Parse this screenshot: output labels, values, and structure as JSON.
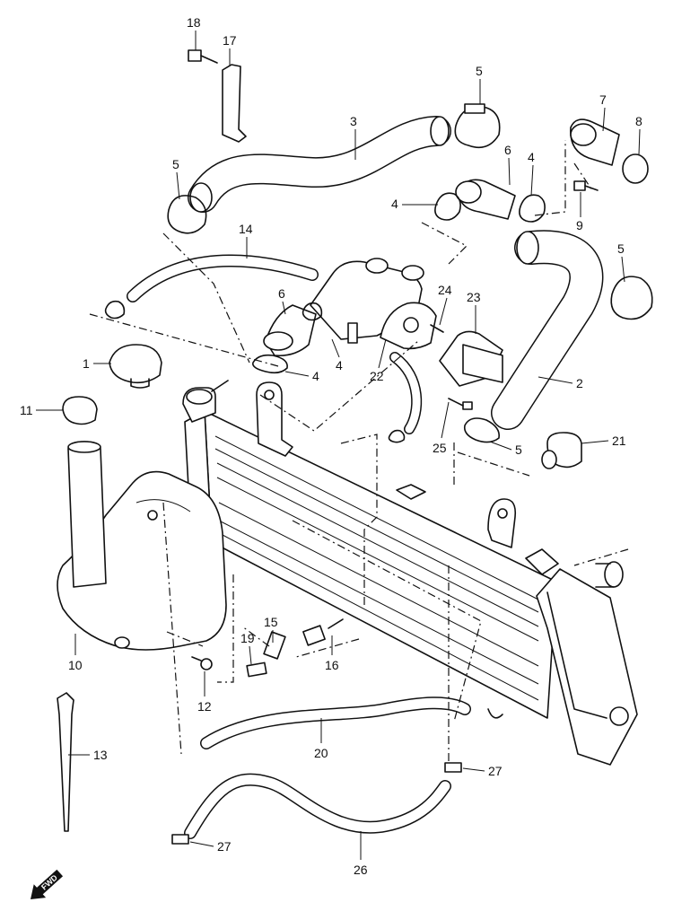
{
  "callouts": [
    {
      "id": "c18",
      "text": "18"
    },
    {
      "id": "c17",
      "text": "17"
    },
    {
      "id": "c3",
      "text": "3"
    },
    {
      "id": "c5a",
      "text": "5"
    },
    {
      "id": "c7",
      "text": "7"
    },
    {
      "id": "c8",
      "text": "8"
    },
    {
      "id": "c5b",
      "text": "5"
    },
    {
      "id": "c6a",
      "text": "6"
    },
    {
      "id": "c4a",
      "text": "4"
    },
    {
      "id": "c4b",
      "text": "4"
    },
    {
      "id": "c9",
      "text": "9"
    },
    {
      "id": "c14",
      "text": "14"
    },
    {
      "id": "c5c",
      "text": "5"
    },
    {
      "id": "c24",
      "text": "24"
    },
    {
      "id": "c23",
      "text": "23"
    },
    {
      "id": "c6b",
      "text": "6"
    },
    {
      "id": "c1",
      "text": "1"
    },
    {
      "id": "c4c",
      "text": "4"
    },
    {
      "id": "c4d",
      "text": "4"
    },
    {
      "id": "c22",
      "text": "22"
    },
    {
      "id": "c2",
      "text": "2"
    },
    {
      "id": "c11",
      "text": "11"
    },
    {
      "id": "c21",
      "text": "21"
    },
    {
      "id": "c25",
      "text": "25"
    },
    {
      "id": "c5d",
      "text": "5"
    },
    {
      "id": "c15",
      "text": "15"
    },
    {
      "id": "c19",
      "text": "19"
    },
    {
      "id": "c16",
      "text": "16"
    },
    {
      "id": "c10",
      "text": "10"
    },
    {
      "id": "c12",
      "text": "12"
    },
    {
      "id": "c13",
      "text": "13"
    },
    {
      "id": "c20",
      "text": "20"
    },
    {
      "id": "c27a",
      "text": "27"
    },
    {
      "id": "c27b",
      "text": "27"
    },
    {
      "id": "c26",
      "text": "26"
    }
  ],
  "fwd_label": "FWD"
}
